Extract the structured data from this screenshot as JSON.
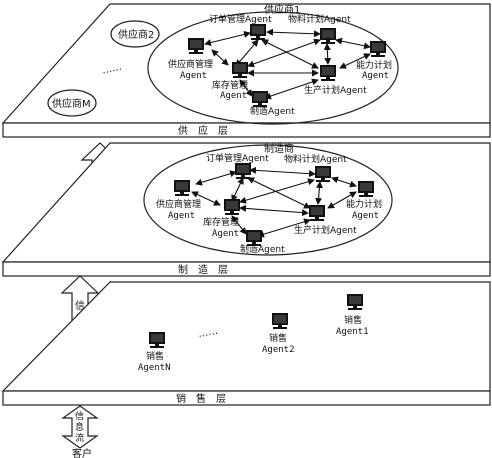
{
  "layers": {
    "supply": {
      "name": "供　应　层",
      "supplier_1": "供应商1",
      "supplier_2": "供应商2",
      "supplier_m": "供应商M",
      "dots": "……",
      "agents": {
        "order": "订单管理Agent",
        "material": "物料计划Agent",
        "supplier_mgmt": [
          "供应商管理",
          "Agent"
        ],
        "inventory": [
          "库存管理",
          "Agent"
        ],
        "capacity": [
          "能力计划",
          "Agent"
        ],
        "production": "生产计划Agent",
        "manufacturing": "制造Agent"
      }
    },
    "manufacturing": {
      "name": "制　造　层",
      "org": "制造商",
      "agents": {
        "order": "订单管理Agent",
        "material": "物料计划Agent",
        "supplier_mgmt": [
          "供应商管理",
          "Agent"
        ],
        "inventory": [
          "库存管理",
          "Agent"
        ],
        "capacity": [
          "能力计划",
          "Agent"
        ],
        "production": "生产计划Agent",
        "manufacturing": "制造Agent"
      }
    },
    "sales": {
      "name": "销　售　层",
      "dots": "……",
      "agents": {
        "sales_1": [
          "销售",
          "Agent1"
        ],
        "sales_2": [
          "销售",
          "Agent2"
        ],
        "sales_n": [
          "销售",
          "AgentN"
        ]
      }
    }
  },
  "info_flow": [
    "信",
    "息",
    "流"
  ],
  "customer": "客户",
  "icons": [
    "computer-icon",
    "double-arrow-icon"
  ]
}
